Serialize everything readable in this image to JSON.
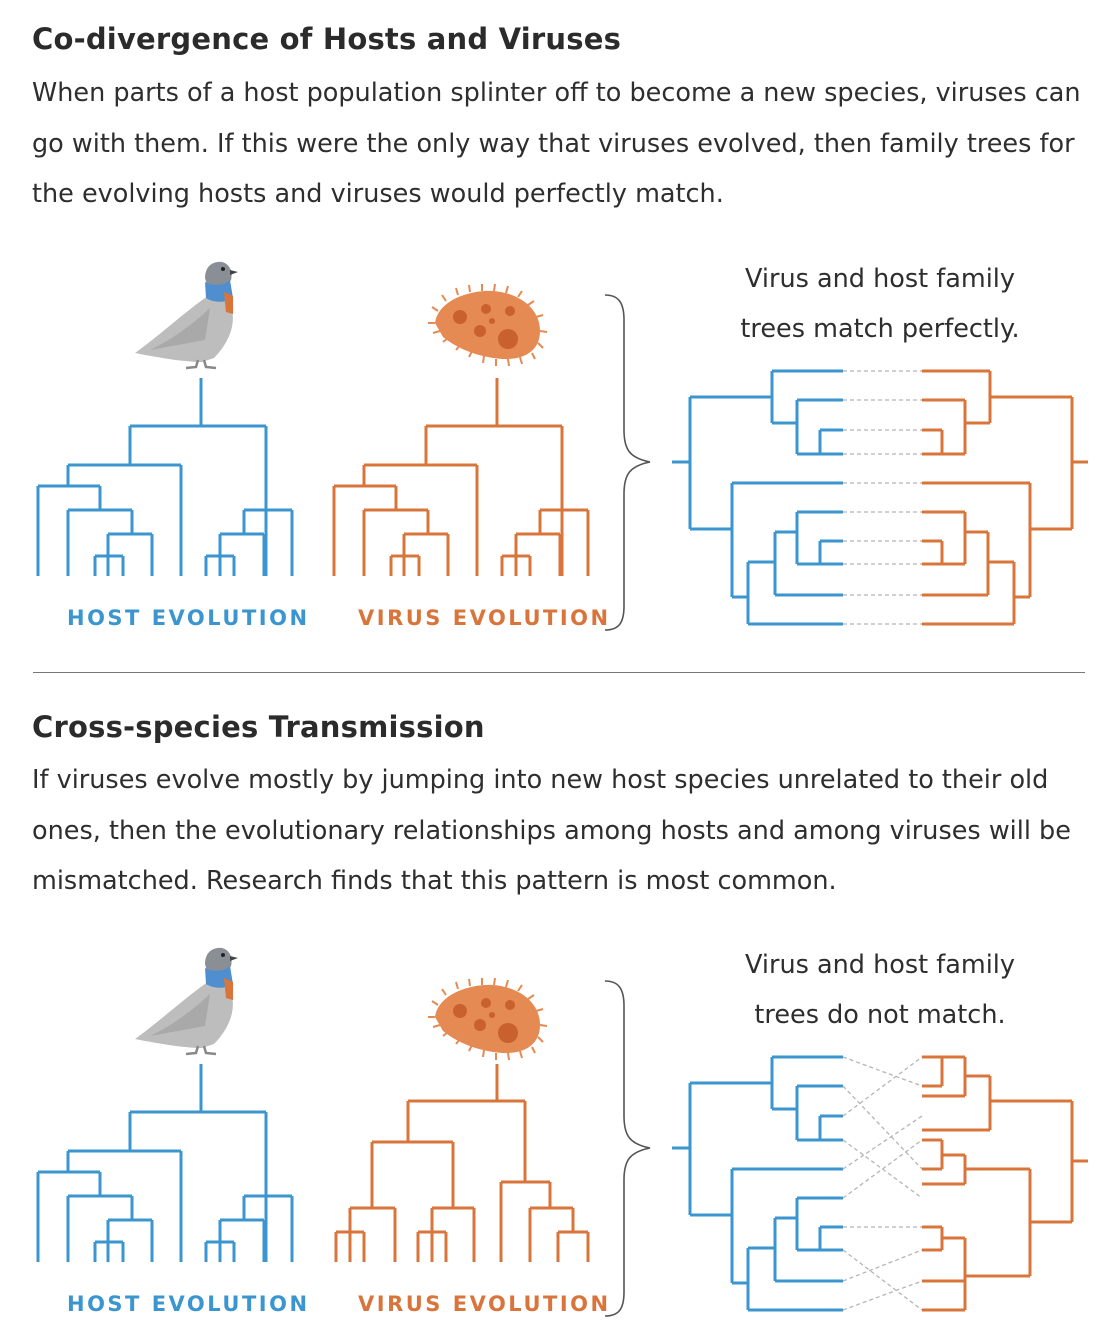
{
  "sections": [
    {
      "heading": "Co-divergence of Hosts and Viruses",
      "body": "When parts of a host population splinter off to become a new species, viruses can go with them. If this were the only way that viruses evolved, then family trees for the evolving hosts and viruses would perfectly match.",
      "host_label": "HOST EVOLUTION",
      "virus_label": "VIRUS EVOLUTION",
      "caption": "Virus and host family trees match perfectly."
    },
    {
      "heading": "Cross-species Transmission",
      "body": "If viruses evolve mostly by jumping into new host species unrelated to their old ones, then the evolutionary relationships among hosts and among viruses will be mismatched. Research finds that this pattern is most common.",
      "host_label": "HOST EVOLUTION",
      "virus_label": "VIRUS EVOLUTION",
      "caption": "Virus and host family trees do not match."
    }
  ],
  "colors": {
    "host": "#3b95cf",
    "virus": "#d9743a",
    "link": "#b5b5b5",
    "bird_body": "#bdbdbd",
    "bird_head": "#8a8f96",
    "bird_neck": "#4f8fd0",
    "virus_body": "#e48a52"
  },
  "icons": [
    "pigeon-icon",
    "virus-icon",
    "curly-brace-icon"
  ]
}
